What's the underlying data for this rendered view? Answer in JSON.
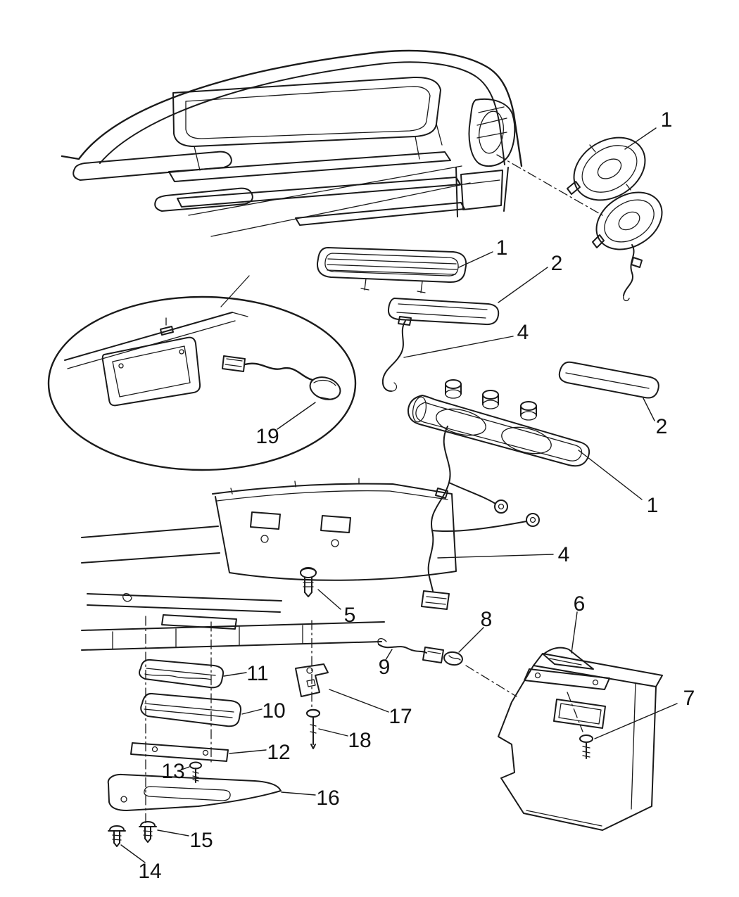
{
  "diagram": {
    "colors": {
      "background": "#ffffff",
      "line": "#1a1a1a"
    },
    "callouts": [
      {
        "label": "1"
      },
      {
        "label": "1"
      },
      {
        "label": "2"
      },
      {
        "label": "4"
      },
      {
        "label": "2"
      },
      {
        "label": "1"
      },
      {
        "label": "4"
      },
      {
        "label": "5"
      },
      {
        "label": "19"
      },
      {
        "label": "6"
      },
      {
        "label": "8"
      },
      {
        "label": "9"
      },
      {
        "label": "7"
      },
      {
        "label": "11"
      },
      {
        "label": "10"
      },
      {
        "label": "17"
      },
      {
        "label": "18"
      },
      {
        "label": "12"
      },
      {
        "label": "13"
      },
      {
        "label": "16"
      },
      {
        "label": "15"
      },
      {
        "label": "14"
      }
    ]
  }
}
